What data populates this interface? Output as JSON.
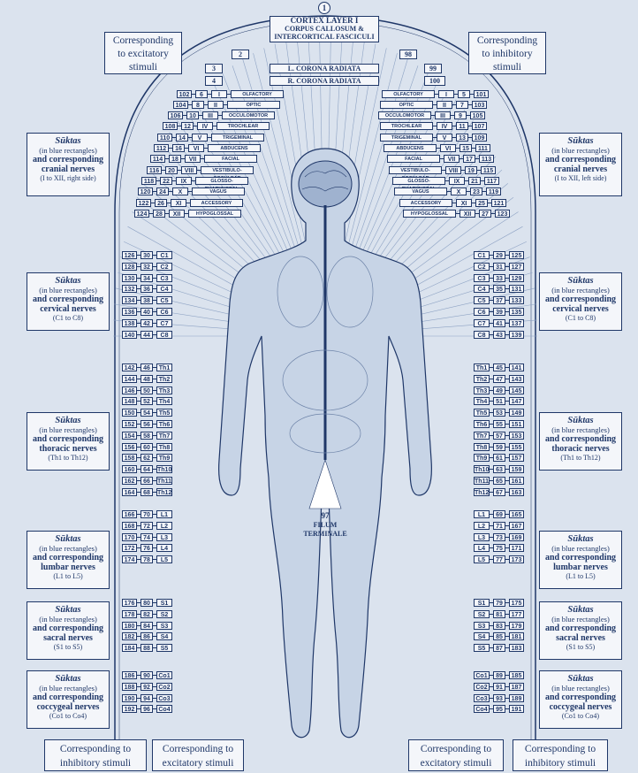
{
  "corners": {
    "top_left": "Corresponding to excitatory stimuli",
    "top_right": "Corresponding to inhibitory stimuli",
    "bottom_left_a": "Corresponding to inhibitory stimuli",
    "bottom_left_b": "Corresponding to excitatory stimuli",
    "bottom_right_a": "Corresponding to excitatory stimuli",
    "bottom_right_b": "Corresponding to inhibitory stimuli"
  },
  "top": {
    "circle_num": "1",
    "cortex": "CORTEX LAYER I",
    "corpus": "CORPUS CALLOSUM &",
    "intercortical": "INTERCORTICAL FASCICULI",
    "l_corona": "L. CORONA RADIATA",
    "r_corona": "R. CORONA RADIATA",
    "n2": "2",
    "n3": "3",
    "n4": "4",
    "n98": "98",
    "n99": "99",
    "n100": "100"
  },
  "side_groups": [
    {
      "t1": "Sūktas",
      "t2": "(in blue rectangles)",
      "t3": "and corresponding cranial nerves",
      "t4_left": "(I to XII, right side)",
      "t4_right": "(I to XII, left side)"
    },
    {
      "t1": "Sūktas",
      "t2": "(in blue rectangles)",
      "t3": "and corresponding cervical nerves",
      "t4_left": "(C1 to C8)",
      "t4_right": "(C1 to C8)"
    },
    {
      "t1": "Sūktas",
      "t2": "(in blue rectangles)",
      "t3": "and corresponding thoracic nerves",
      "t4_left": "(Th1 to Th12)",
      "t4_right": "(Th1 to Th12)"
    },
    {
      "t1": "Sūktas",
      "t2": "(in blue rectangles)",
      "t3": "and corresponding lumbar nerves",
      "t4_left": "(L1 to L5)",
      "t4_right": "(L1 to L5)"
    },
    {
      "t1": "Sūktas",
      "t2": "(in blue rectangles)",
      "t3": "and corresponding sacral nerves",
      "t4_left": "(S1 to S5)",
      "t4_right": "(S1 to S5)"
    },
    {
      "t1": "Sūktas",
      "t2": "(in blue rectangles)",
      "t3": "and corresponding coccygeal nerves",
      "t4_left": "(Co1 to Co4)",
      "t4_right": "(Co1 to Co4)"
    }
  ],
  "cranial_left": [
    [
      "102",
      "6",
      "I",
      "OLFACTORY"
    ],
    [
      "104",
      "8",
      "II",
      "OPTIC"
    ],
    [
      "106",
      "10",
      "III",
      "OCCULOMOTOR"
    ],
    [
      "108",
      "12",
      "IV",
      "TROCHLEAR"
    ],
    [
      "110",
      "14",
      "V",
      "TRIGEMINAL"
    ],
    [
      "112",
      "16",
      "VI",
      "ABDUCENS"
    ],
    [
      "114",
      "18",
      "VII",
      "FACIAL"
    ],
    [
      "116",
      "20",
      "VIII",
      "VESTIBULO- COCHLEAR"
    ],
    [
      "118",
      "22",
      "IX",
      "GLOSSO- PHARYNGEAL"
    ],
    [
      "120",
      "24",
      "X",
      "VAGUS"
    ],
    [
      "122",
      "26",
      "XI",
      "ACCESSORY"
    ],
    [
      "124",
      "28",
      "XII",
      "HYPOGLOSSAL"
    ]
  ],
  "cranial_right": [
    [
      "OLFACTORY",
      "I",
      "5",
      "101"
    ],
    [
      "OPTIC",
      "II",
      "7",
      "103"
    ],
    [
      "OCCULOMOTOR",
      "III",
      "9",
      "105"
    ],
    [
      "TROCHLEAR",
      "IV",
      "11",
      "107"
    ],
    [
      "TRIGEMINAL",
      "V",
      "13",
      "109"
    ],
    [
      "ABDUCENS",
      "VI",
      "15",
      "111"
    ],
    [
      "FACIAL",
      "VII",
      "17",
      "113"
    ],
    [
      "VESTIBULO- COCHLEAR",
      "VIII",
      "19",
      "115"
    ],
    [
      "GLOSSO- PHARYNGEAL",
      "IX",
      "21",
      "117"
    ],
    [
      "VAGUS",
      "X",
      "23",
      "119"
    ],
    [
      "ACCESSORY",
      "XI",
      "25",
      "121"
    ],
    [
      "HYPOGLOSSAL",
      "XII",
      "27",
      "123"
    ]
  ],
  "spinal_left": [
    [
      "126",
      "30",
      "C1"
    ],
    [
      "128",
      "32",
      "C2"
    ],
    [
      "130",
      "34",
      "C3"
    ],
    [
      "132",
      "36",
      "C4"
    ],
    [
      "134",
      "38",
      "C5"
    ],
    [
      "136",
      "40",
      "C6"
    ],
    [
      "138",
      "42",
      "C7"
    ],
    [
      "140",
      "44",
      "C8"
    ],
    [
      "142",
      "46",
      "Th1"
    ],
    [
      "144",
      "48",
      "Th2"
    ],
    [
      "146",
      "50",
      "Th3"
    ],
    [
      "148",
      "52",
      "Th4"
    ],
    [
      "150",
      "54",
      "Th5"
    ],
    [
      "152",
      "56",
      "Th6"
    ],
    [
      "154",
      "58",
      "Th7"
    ],
    [
      "156",
      "60",
      "Th8"
    ],
    [
      "158",
      "62",
      "Th9"
    ],
    [
      "160",
      "64",
      "Th10"
    ],
    [
      "162",
      "66",
      "Th11"
    ],
    [
      "164",
      "68",
      "Th12"
    ],
    [
      "166",
      "70",
      "L1"
    ],
    [
      "168",
      "72",
      "L2"
    ],
    [
      "170",
      "74",
      "L3"
    ],
    [
      "172",
      "76",
      "L4"
    ],
    [
      "174",
      "78",
      "L5"
    ],
    [
      "176",
      "80",
      "S1"
    ],
    [
      "178",
      "82",
      "S2"
    ],
    [
      "180",
      "84",
      "S3"
    ],
    [
      "182",
      "86",
      "S4"
    ],
    [
      "184",
      "88",
      "S5"
    ],
    [
      "186",
      "90",
      "Co1"
    ],
    [
      "188",
      "92",
      "Co2"
    ],
    [
      "190",
      "94",
      "Co3"
    ],
    [
      "192",
      "96",
      "Co4"
    ]
  ],
  "spinal_right": [
    [
      "C1",
      "29",
      "125"
    ],
    [
      "C2",
      "31",
      "127"
    ],
    [
      "C3",
      "33",
      "129"
    ],
    [
      "C4",
      "35",
      "131"
    ],
    [
      "C5",
      "37",
      "133"
    ],
    [
      "C6",
      "39",
      "135"
    ],
    [
      "C7",
      "41",
      "137"
    ],
    [
      "C8",
      "43",
      "139"
    ],
    [
      "Th1",
      "45",
      "141"
    ],
    [
      "Th2",
      "47",
      "143"
    ],
    [
      "Th3",
      "49",
      "145"
    ],
    [
      "Th4",
      "51",
      "147"
    ],
    [
      "Th5",
      "53",
      "149"
    ],
    [
      "Th6",
      "55",
      "151"
    ],
    [
      "Th7",
      "57",
      "153"
    ],
    [
      "Th8",
      "59",
      "155"
    ],
    [
      "Th9",
      "61",
      "157"
    ],
    [
      "Th10",
      "63",
      "159"
    ],
    [
      "Th11",
      "65",
      "161"
    ],
    [
      "Th12",
      "67",
      "163"
    ],
    [
      "L1",
      "69",
      "165"
    ],
    [
      "L2",
      "71",
      "167"
    ],
    [
      "L3",
      "73",
      "169"
    ],
    [
      "L4",
      "75",
      "171"
    ],
    [
      "L5",
      "77",
      "173"
    ],
    [
      "S1",
      "79",
      "175"
    ],
    [
      "S2",
      "81",
      "177"
    ],
    [
      "S3",
      "83",
      "179"
    ],
    [
      "S4",
      "85",
      "181"
    ],
    [
      "S5",
      "87",
      "183"
    ],
    [
      "Co1",
      "89",
      "185"
    ],
    [
      "Co2",
      "91",
      "187"
    ],
    [
      "Co3",
      "93",
      "189"
    ],
    [
      "Co4",
      "95",
      "191"
    ]
  ],
  "filum": {
    "num": "97",
    "label1": "FILUM",
    "label2": "TERMINALE"
  },
  "colors": {
    "navy": "#1f3768",
    "bg": "#dbe3ee",
    "box": "#f4f6fa",
    "body": "#c7d4e6"
  }
}
